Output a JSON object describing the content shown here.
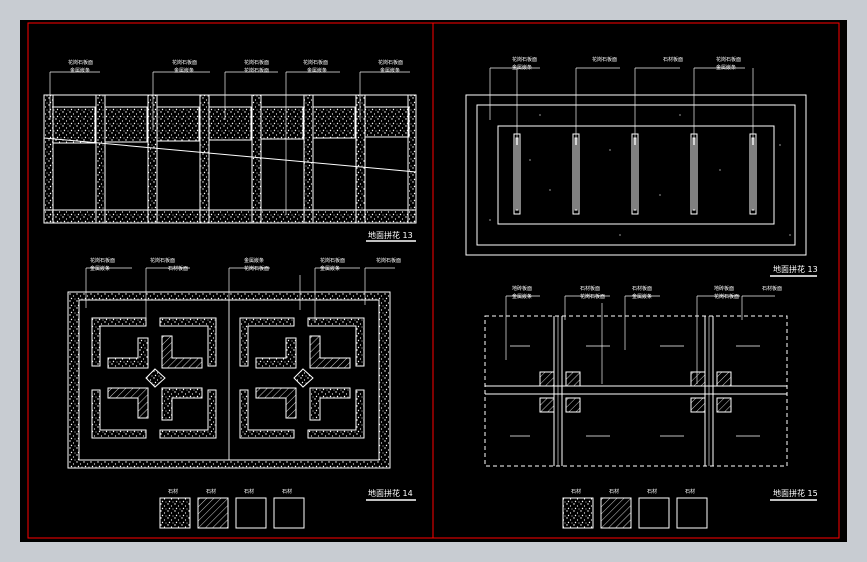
{
  "colors": {
    "background": "#000000",
    "border": "#ff0000",
    "lines": "#ffffff",
    "leader": "#f0f0f0",
    "window_frame": "#c8ccd2"
  },
  "panels": {
    "p13a": {
      "title": "地面拼花 13",
      "labels": [
        "花岗石板面",
        "金属嵌条",
        "花岗石板面",
        "金属嵌条",
        "花岗石板面",
        "花岗石板面",
        "花岗石板面",
        "金属嵌条",
        "花岗石板面",
        "金属嵌条"
      ]
    },
    "p13b": {
      "title": "地面拼花 13",
      "labels": [
        "花岗石板面",
        "金属嵌条",
        "花岗石板面",
        "石材板面",
        "花岗石板面",
        "金属嵌条"
      ]
    },
    "p14": {
      "title": "地面拼花 14",
      "labels": [
        "花岗石板面",
        "金属嵌条",
        "花岗石板面",
        "石材板面",
        "金属嵌条",
        "花岗石板面",
        "花岗石板面",
        "金属嵌条",
        "花岗石板面"
      ],
      "legend": [
        "石材",
        "石材",
        "石材",
        "石材"
      ]
    },
    "p15": {
      "title": "地面拼花 15",
      "labels": [
        "地砖板面",
        "金属嵌条",
        "石材板面",
        "花岗石板面",
        "石材板面",
        "金属嵌条",
        "地砖板面",
        "花岗石板面",
        "石材板面"
      ],
      "legend": [
        "石材",
        "石材",
        "石材",
        "石材"
      ]
    }
  }
}
